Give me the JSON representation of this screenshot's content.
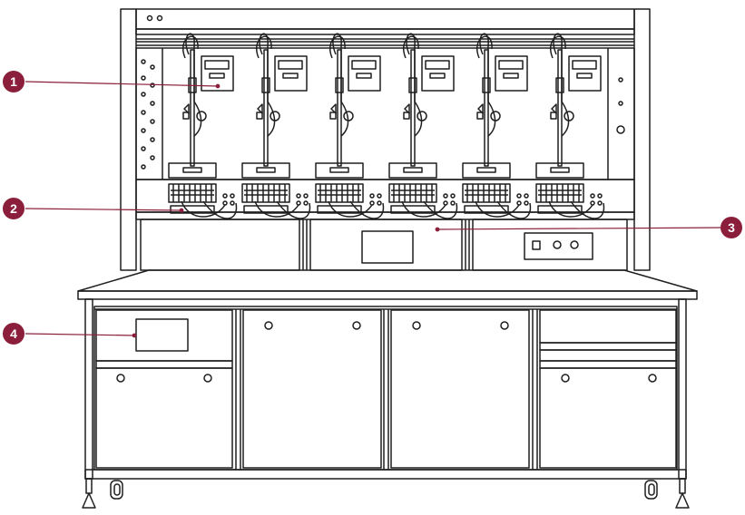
{
  "colors": {
    "line": "#1f1f1f",
    "callout": "#8b1f3b",
    "background": "#ffffff"
  },
  "stations": {
    "count": 6
  },
  "callouts": [
    {
      "id": "1",
      "label": "1"
    },
    {
      "id": "2",
      "label": "2"
    },
    {
      "id": "3",
      "label": "3"
    },
    {
      "id": "4",
      "label": "4"
    }
  ]
}
